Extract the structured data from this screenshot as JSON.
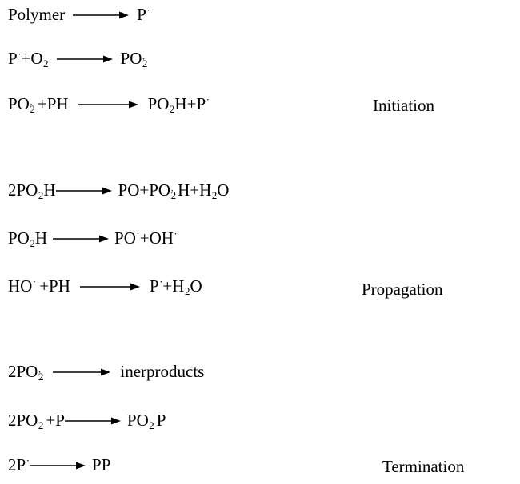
{
  "document": {
    "title": "Polymer oxidation free-radical mechanism scheme",
    "stages": [
      {
        "name": "Initiation",
        "label": "Initiation",
        "equations": [
          {
            "id": "eq1",
            "text": "Polymer ⟶ P·",
            "left": "Polymer",
            "right": "P·"
          },
          {
            "id": "eq2",
            "text": "P· + O2 ⟶ PO2·",
            "left": "P· + O2",
            "right": "PO2·"
          },
          {
            "id": "eq3",
            "text": "PO2· + PH ⟶ PO2H + P·",
            "left": "PO2· + PH",
            "right": "PO2H + P·"
          }
        ]
      },
      {
        "name": "Propagation",
        "label": "Propagation",
        "equations": [
          {
            "id": "eq4",
            "text": "2PO2H ⟶ PO + PO2·H + H2O",
            "left": "2PO2H",
            "right": "PO + PO2·H + H2O"
          },
          {
            "id": "eq5",
            "text": "PO2H ⟶ PO· + OH·",
            "left": "PO2H",
            "right": "PO· + OH·"
          },
          {
            "id": "eq6",
            "text": "HO· + PH ⟶ P· + H2O",
            "left": "HO· + PH",
            "right": "P· + H2O"
          }
        ]
      },
      {
        "name": "Termination",
        "label": "Termination",
        "equations": [
          {
            "id": "eq7",
            "text": "2PO2· ⟶ inerproducts",
            "left": "2PO2·",
            "right": "inerproducts"
          },
          {
            "id": "eq8",
            "text": "2PO2 + P ⟶ PO2P",
            "left": "2PO2 + P",
            "right": "PO2P"
          },
          {
            "id": "eq9",
            "text": "2P· ⟶ PP",
            "left": "2P·",
            "right": "PP"
          }
        ]
      }
    ],
    "tokens": {
      "polymer": "Polymer",
      "P": "P",
      "O": "O",
      "H": "H",
      "PO": "PO",
      "PH": "PH",
      "HO": "HO",
      "OH": "OH",
      "PP": "PP",
      "PO2P": "PO",
      "two": "2",
      "plus": "+",
      "sub2": "2",
      "dot": "·",
      "inerproducts": "inerproducts",
      "H2O_H": "H",
      "H2O_O": "O"
    },
    "colors": {
      "text": "#000000",
      "background": "#ffffff"
    }
  }
}
